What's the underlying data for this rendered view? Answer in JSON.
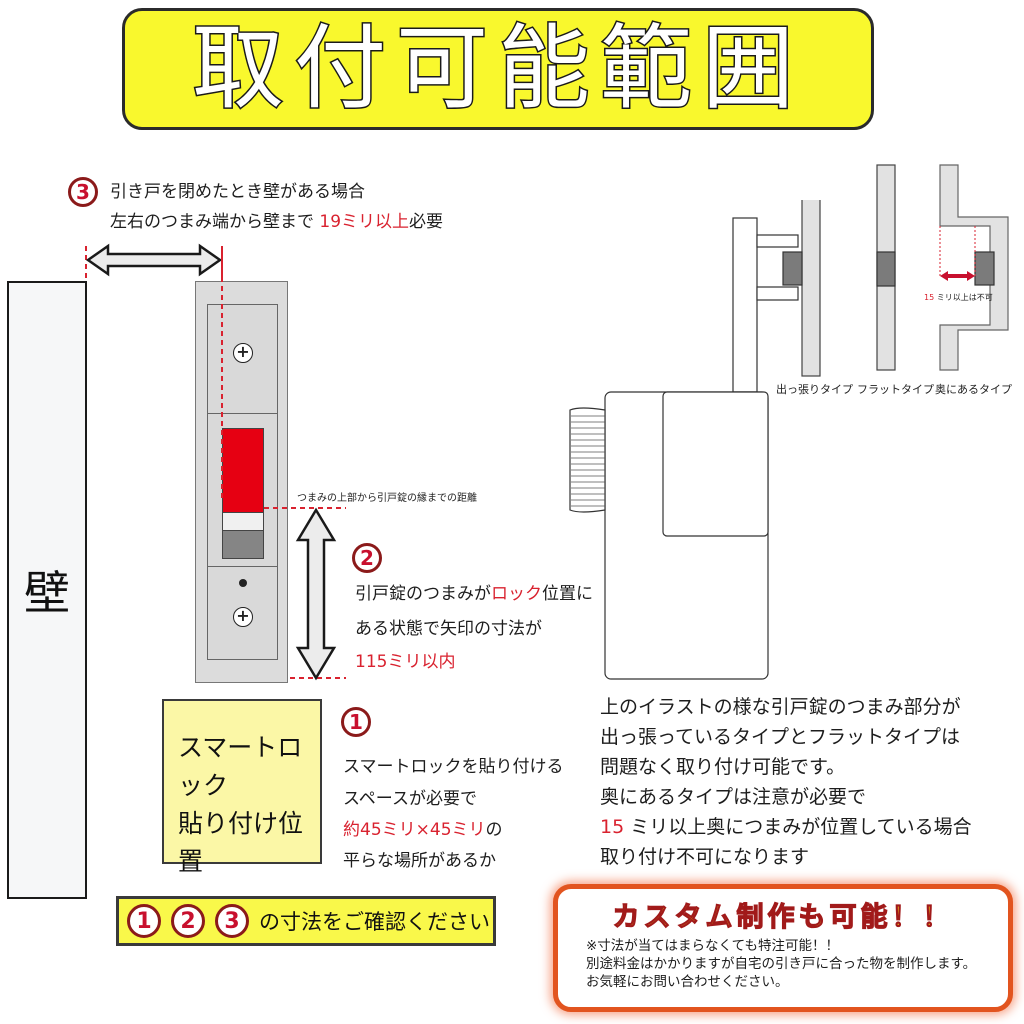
{
  "title": "取付可能範囲",
  "wall": {
    "label": "壁"
  },
  "section3": {
    "number": "3",
    "line1": "引き戸を閉めたとき壁がある場合",
    "line2_prefix": "左右のつまみ端から壁まで ",
    "line2_highlight": "19ミリ以上",
    "line2_suffix": "必要"
  },
  "section2": {
    "caption": "つまみの上部から引戸錠の縁までの距離",
    "number": "2",
    "line1_prefix": "引戸錠のつまみが",
    "line1_highlight": "ロック",
    "line1_suffix": "位置に",
    "line2": "ある状態で矢印の寸法が",
    "line3_highlight": "115ミリ以内"
  },
  "section1": {
    "box_line1": "スマートロック",
    "box_line2": "貼り付け位置",
    "number": "1",
    "line1": "スマートロックを貼り付ける",
    "line2": "スペースが必要で",
    "line3_highlight": "約45ミリ×45ミリ",
    "line3_suffix": "の",
    "line4": "平らな場所があるか"
  },
  "confirm_bar": {
    "numbers": [
      "1",
      "2",
      "3"
    ],
    "text": "の寸法をご確認ください"
  },
  "types": {
    "protruding": "出っ張りタイプ",
    "flat": "フラットタイプ",
    "recessed": "奥にあるタイプ",
    "recessed_note_num": "15",
    "recessed_note_text": "ミリ以上は不可"
  },
  "description": {
    "line1": "上のイラストの様な引戸錠のつまみ部分が",
    "line2": "出っ張っているタイプとフラットタイプは",
    "line3": "問題なく取り付け可能です。",
    "line4": "奥にあるタイプは注意が必要で",
    "line5_highlight": "15",
    "line5_suffix": " ミリ以上奥につまみが位置している場合",
    "line6": "取り付け不可になります"
  },
  "custom": {
    "title": "カスタム制作も可能！！",
    "line1": "※寸法が当てはまらなくても特注可能！！",
    "line2": "別途料金はかかりますが自宅の引き戸に合った物を制作します。",
    "line3": "お気軽にお問い合わせください。"
  },
  "colors": {
    "banner_yellow": "#f9f82d",
    "accent_red": "#d9222f",
    "knob_red": "#e60012",
    "custom_border": "#e2541f",
    "note_yellow": "#fbf7a6"
  }
}
